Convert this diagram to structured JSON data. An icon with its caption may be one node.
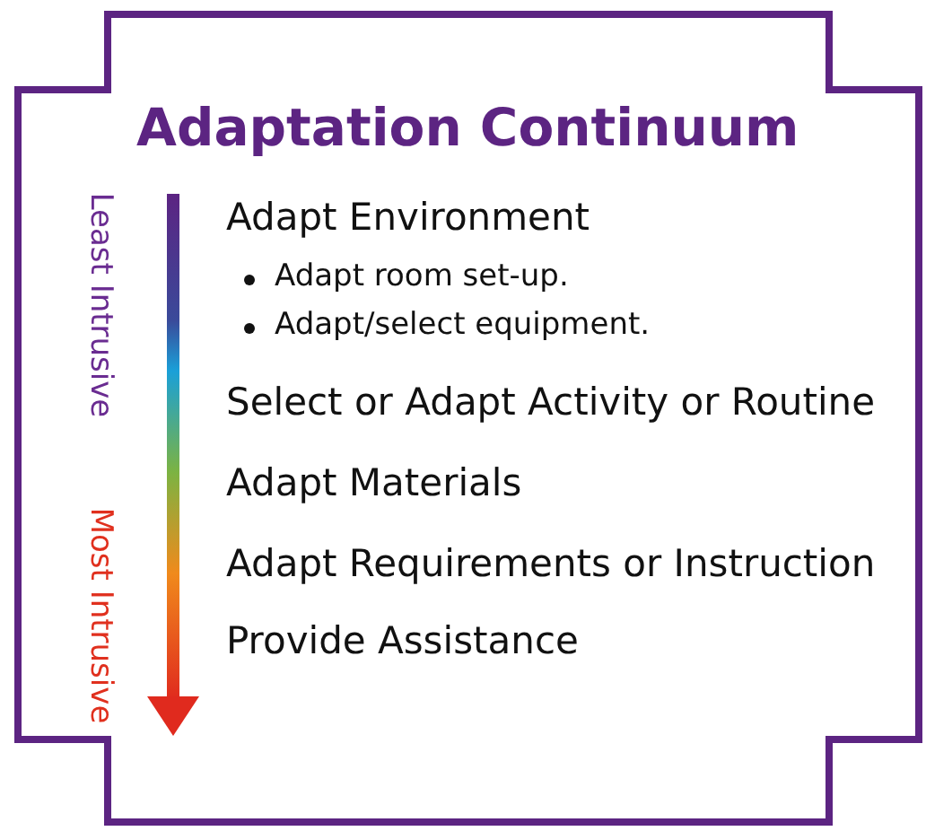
{
  "diagram": {
    "title": "Adaptation Continuum",
    "labels": [
      "Least Intrusive",
      "Most Intrusive",
      "Adapt Environment",
      "Adapt room set-up.",
      "Adapt/select equipment.",
      "Select or Adapt Activity or Routine",
      "Adapt Materials",
      "Adapt Requirements or Instruction",
      "Provide Assistance"
    ]
  }
}
